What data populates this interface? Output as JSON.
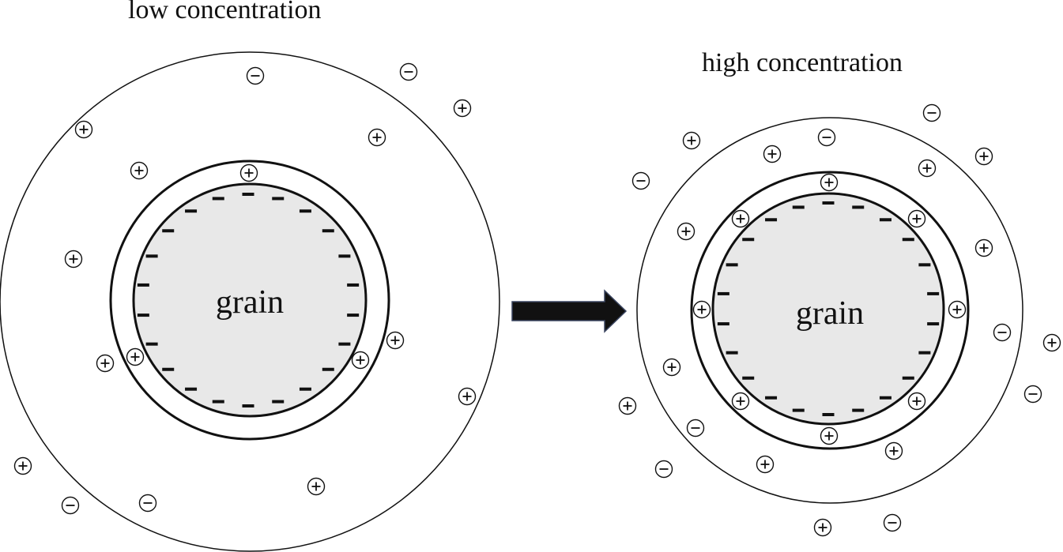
{
  "diagram": {
    "left_title": "low concentration",
    "right_title": "high concentration",
    "grain_label": "grain",
    "colors": {
      "grain_fill": "#e8e8e8",
      "stroke": "#111111",
      "background": "#ffffff",
      "arrow": "#111111"
    },
    "ion_symbols": {
      "positive": "+",
      "negative": "–"
    },
    "surface_charge_symbol": "–"
  }
}
